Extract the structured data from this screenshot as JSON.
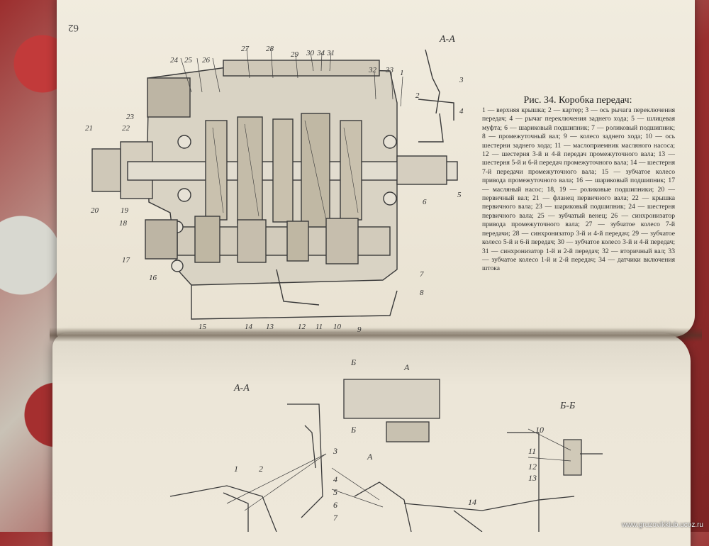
{
  "top_page": {
    "page_number": "62",
    "section_label": "А-А",
    "figure_callouts": [
      "24",
      "25",
      "26",
      "27",
      "28",
      "29",
      "30",
      "34",
      "31",
      "32",
      "33",
      "1",
      "2",
      "3",
      "4",
      "5",
      "6",
      "7",
      "8",
      "9",
      "10",
      "11",
      "12",
      "13",
      "14",
      "15",
      "16",
      "17",
      "18",
      "19",
      "20",
      "21",
      "22",
      "23"
    ],
    "caption_title": "Рис. 34. Коробка передач:",
    "caption_body": "1 — верхняя крышка; 2 — картер; 3 — ось рычага переключения передач; 4 — рычаг переключения заднего хода; 5 — шлицевая муфта; 6 — шариковый подшипник; 7 — роликовый подшипник; 8 — промежуточный вал; 9 — колесо заднего хода; 10 — ось шестерни заднего хода; 11 — маслоприемник масляного насоса; 12 — шестерня 3-й и 4-й передач промежуточного вала; 13 — шестерня 5-й и 6-й передач промежуточного вала; 14 — шестерня 7-й передачи промежуточного вала; 15 — зубчатое колесо привода промежуточного вала; 16 — шариковый подшипник; 17 — масляный насос; 18, 19 — роликовые подшипники; 20 — первичный вал; 21 — фланец первичного вала; 22 — крышка первичного вала; 23 — шариковый подшипник; 24 — шестерня первичного вала; 25 — зубчатый венец; 26 — синхронизатор привода промежуточного вала; 27 — зубчатое колесо 7-й передачи; 28 — синхронизатор 3-й и 4-й передач; 29 — зубчатое колесо 5-й и 6-й передач; 30 — зубчатое колесо 3-й и 4-й передач; 31 — синхронизатор 1-й и 2-й передач; 32 — вторичный вал; 33 — зубчатое колесо 1-й и 2-й передач; 34 — датчики включения штока"
  },
  "bottom_page": {
    "section_label_left": "А-А",
    "section_label_right": "Б-Б",
    "section_marks": [
      "Б",
      "А",
      "Б",
      "А"
    ],
    "figure_callouts": [
      "1",
      "2",
      "3",
      "4",
      "5",
      "6",
      "7",
      "10",
      "11",
      "12",
      "13",
      "14"
    ]
  },
  "watermark": "www.gruzovikklub.ucoz.ru"
}
